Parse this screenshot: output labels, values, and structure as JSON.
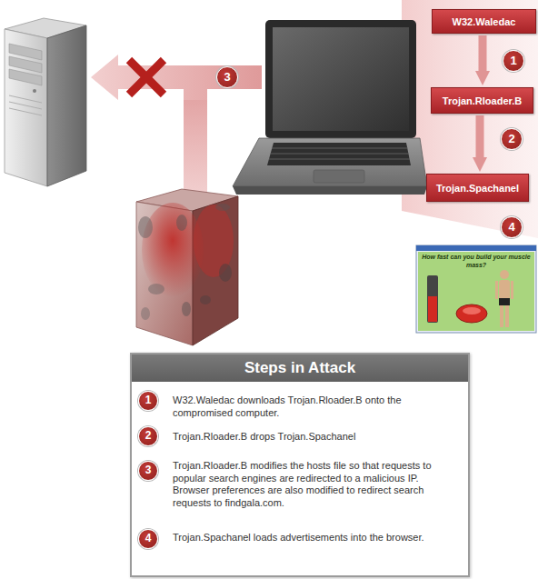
{
  "diagram": {
    "nodes": [
      {
        "text": [
          "W32.Waledac"
        ]
      },
      {
        "text": [
          "Trojan.Rloader.B"
        ]
      },
      {
        "text": [
          "Trojan.Spachanel"
        ]
      },
      {
        "text": [
          "Steps in Attack"
        ]
      }
    ],
    "edges": [
      {
        "from": 0,
        "to": 1,
        "arrow": "to"
      },
      {
        "from": 1,
        "to": 2,
        "arrow": "to"
      }
    ],
    "labels": [
      "3",
      "1",
      "2",
      "4",
      "How fast can you build your muscle mass?",
      "1",
      "W32.Waledac downloads Trojan.Rloader.B onto the compromised computer.",
      "2",
      "Trojan.Rloader.B drops Trojan.Spachanel",
      "3",
      "Trojan.Rloader.B modifies the hosts file so that requests to popular search engines are redirected to a malicious IP. Browser preferences are also modified to redirect search requests to findgala.com.",
      "4",
      "Trojan.Spachanel loads advertisements into the browser."
    ]
  }
}
